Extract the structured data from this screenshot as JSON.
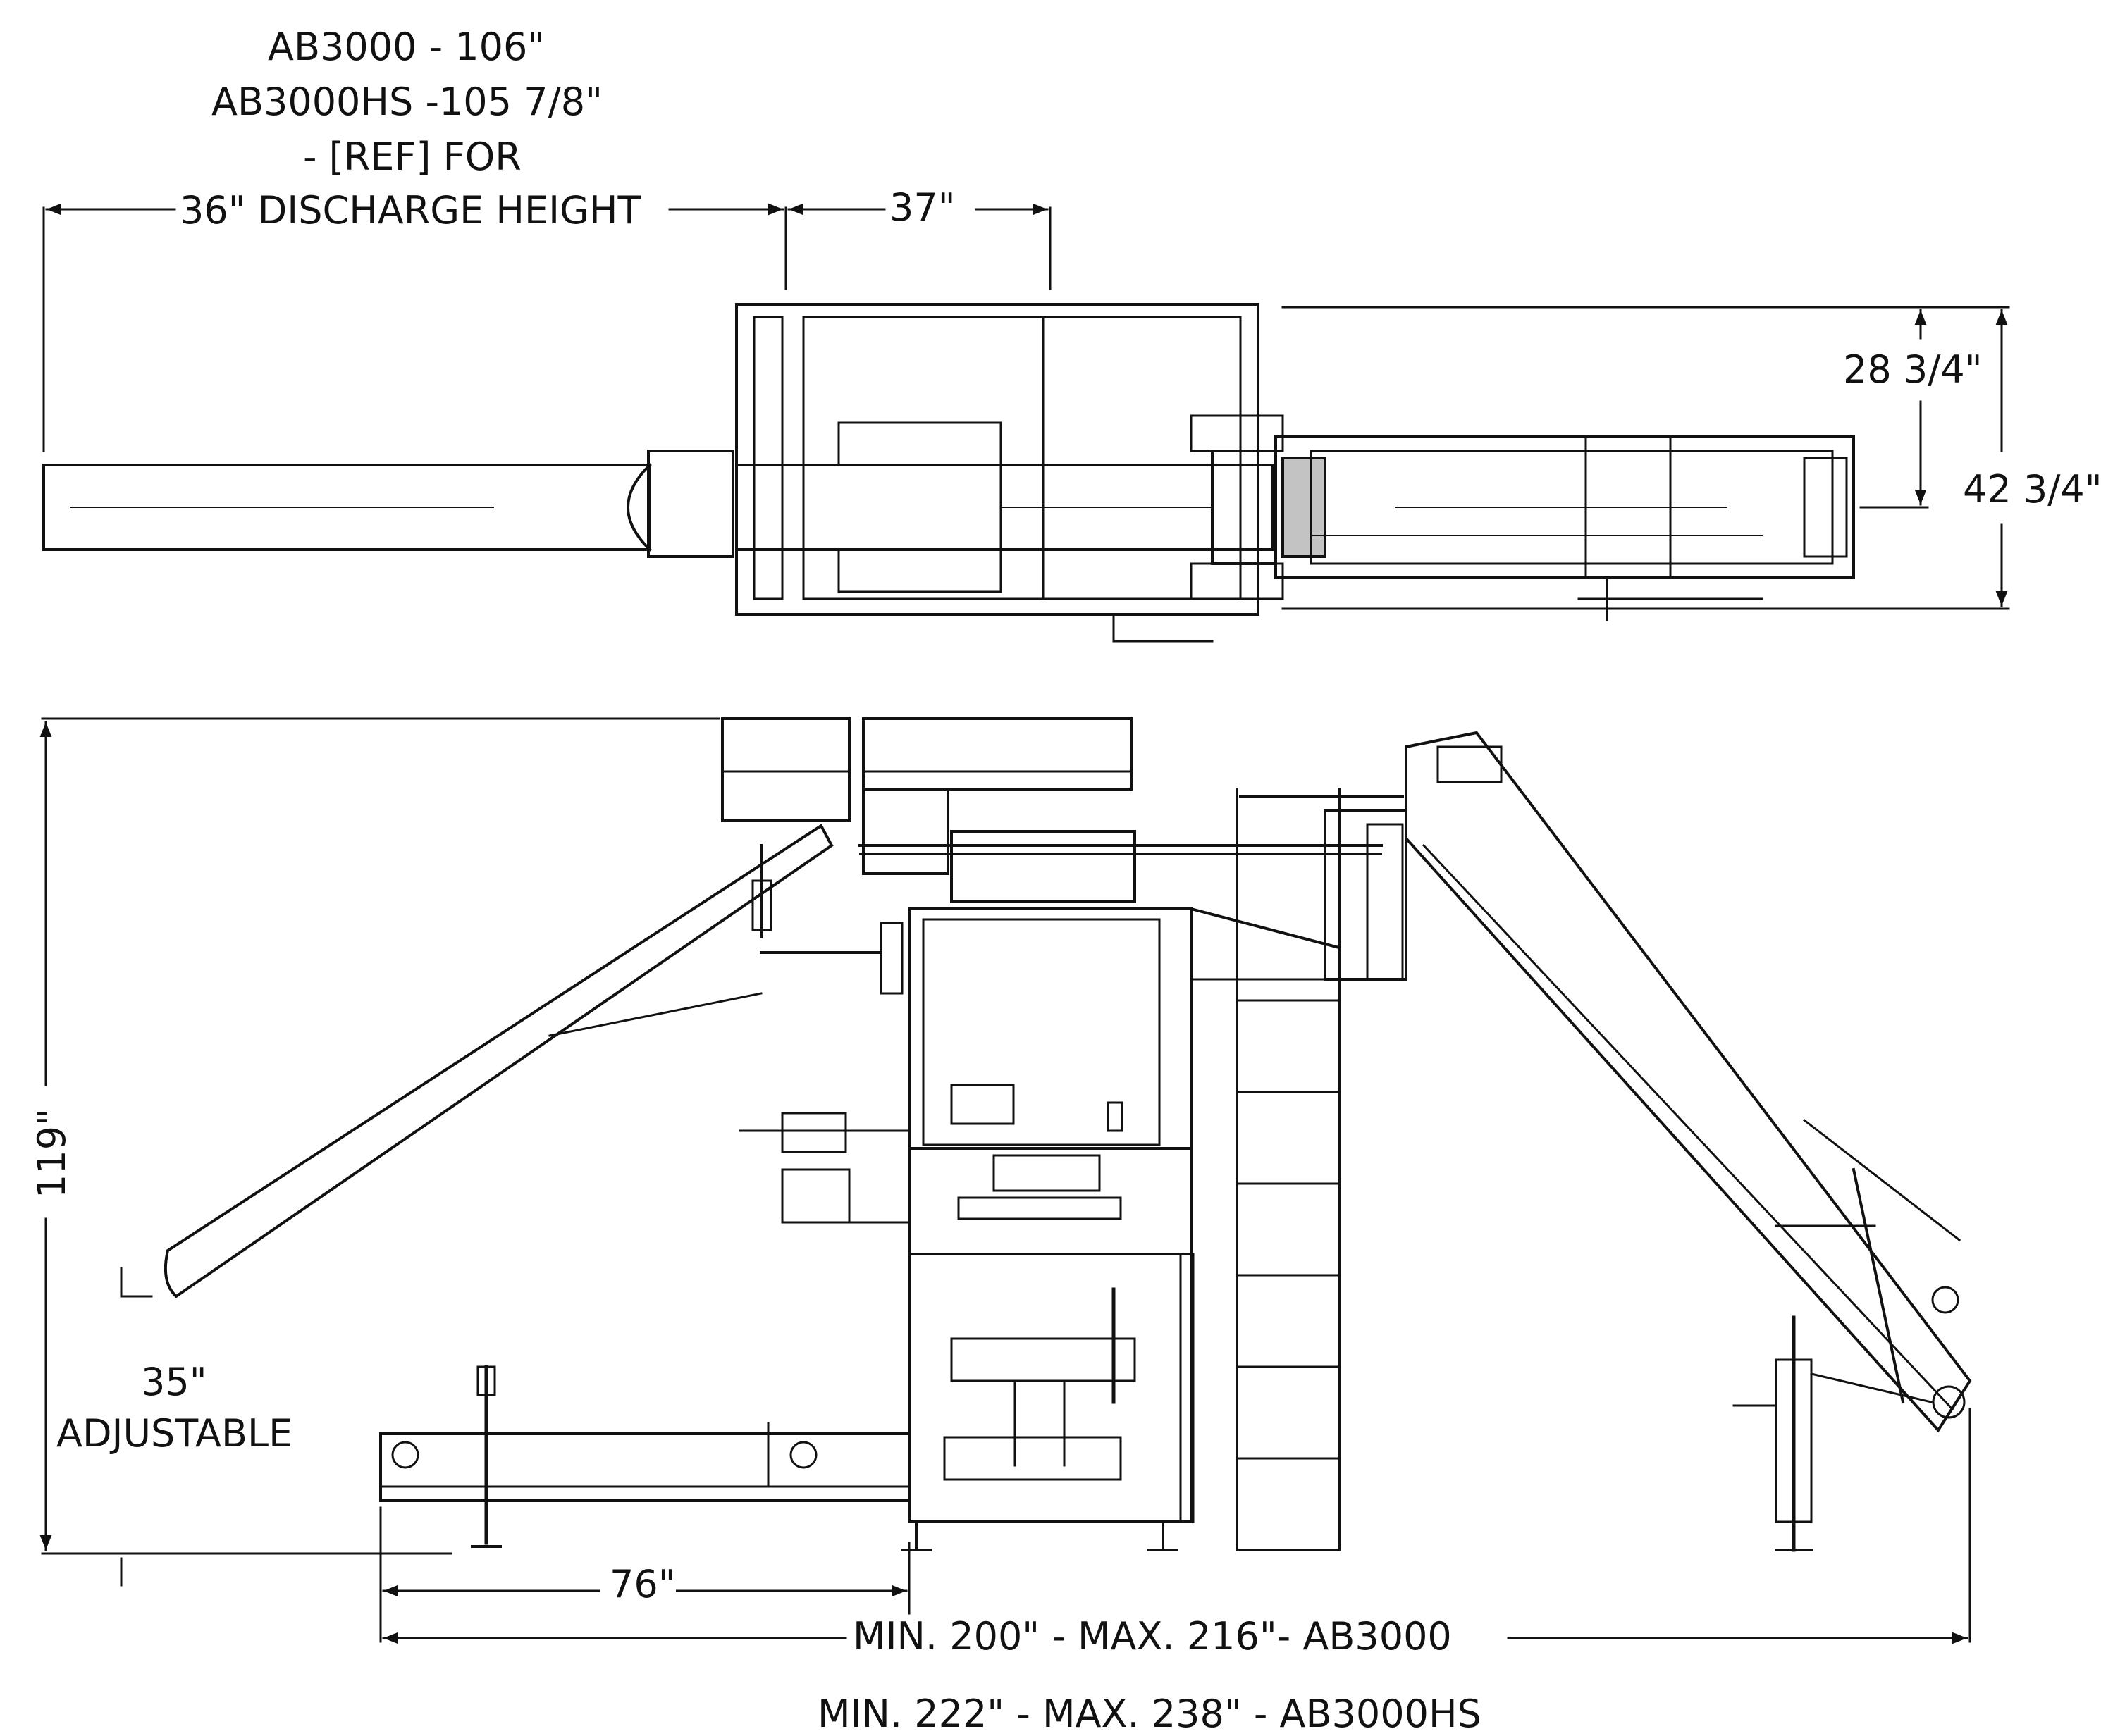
{
  "dimensions": {
    "discharge_height_note": {
      "line1": "AB3000 - 106\"",
      "line2": "AB3000HS -105 7/8\"",
      "line3": "- [REF] FOR",
      "line4": "36\" DISCHARGE HEIGHT"
    },
    "top_width": "37\"",
    "depth_inner": "28 3/4\"",
    "depth_outer": "42 3/4\"",
    "height_total": "119\"",
    "height_adjustable_value": "35\"",
    "height_adjustable_label": "ADJUSTABLE",
    "out_conveyor_length": "76\"",
    "overall_ab3000": "MIN. 200\" - MAX. 216\"- AB3000",
    "overall_ab3000hs": "MIN. 222\" - MAX. 238\" - AB3000HS"
  },
  "colors": {
    "line": "#111111",
    "background": "#ffffff"
  }
}
